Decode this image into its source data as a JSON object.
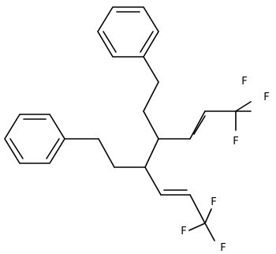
{
  "molecule": {
    "atom_labels": {
      "f1": "F",
      "f2": "F",
      "f3": "F",
      "f4": "F",
      "f5": "F",
      "f6": "F"
    }
  }
}
